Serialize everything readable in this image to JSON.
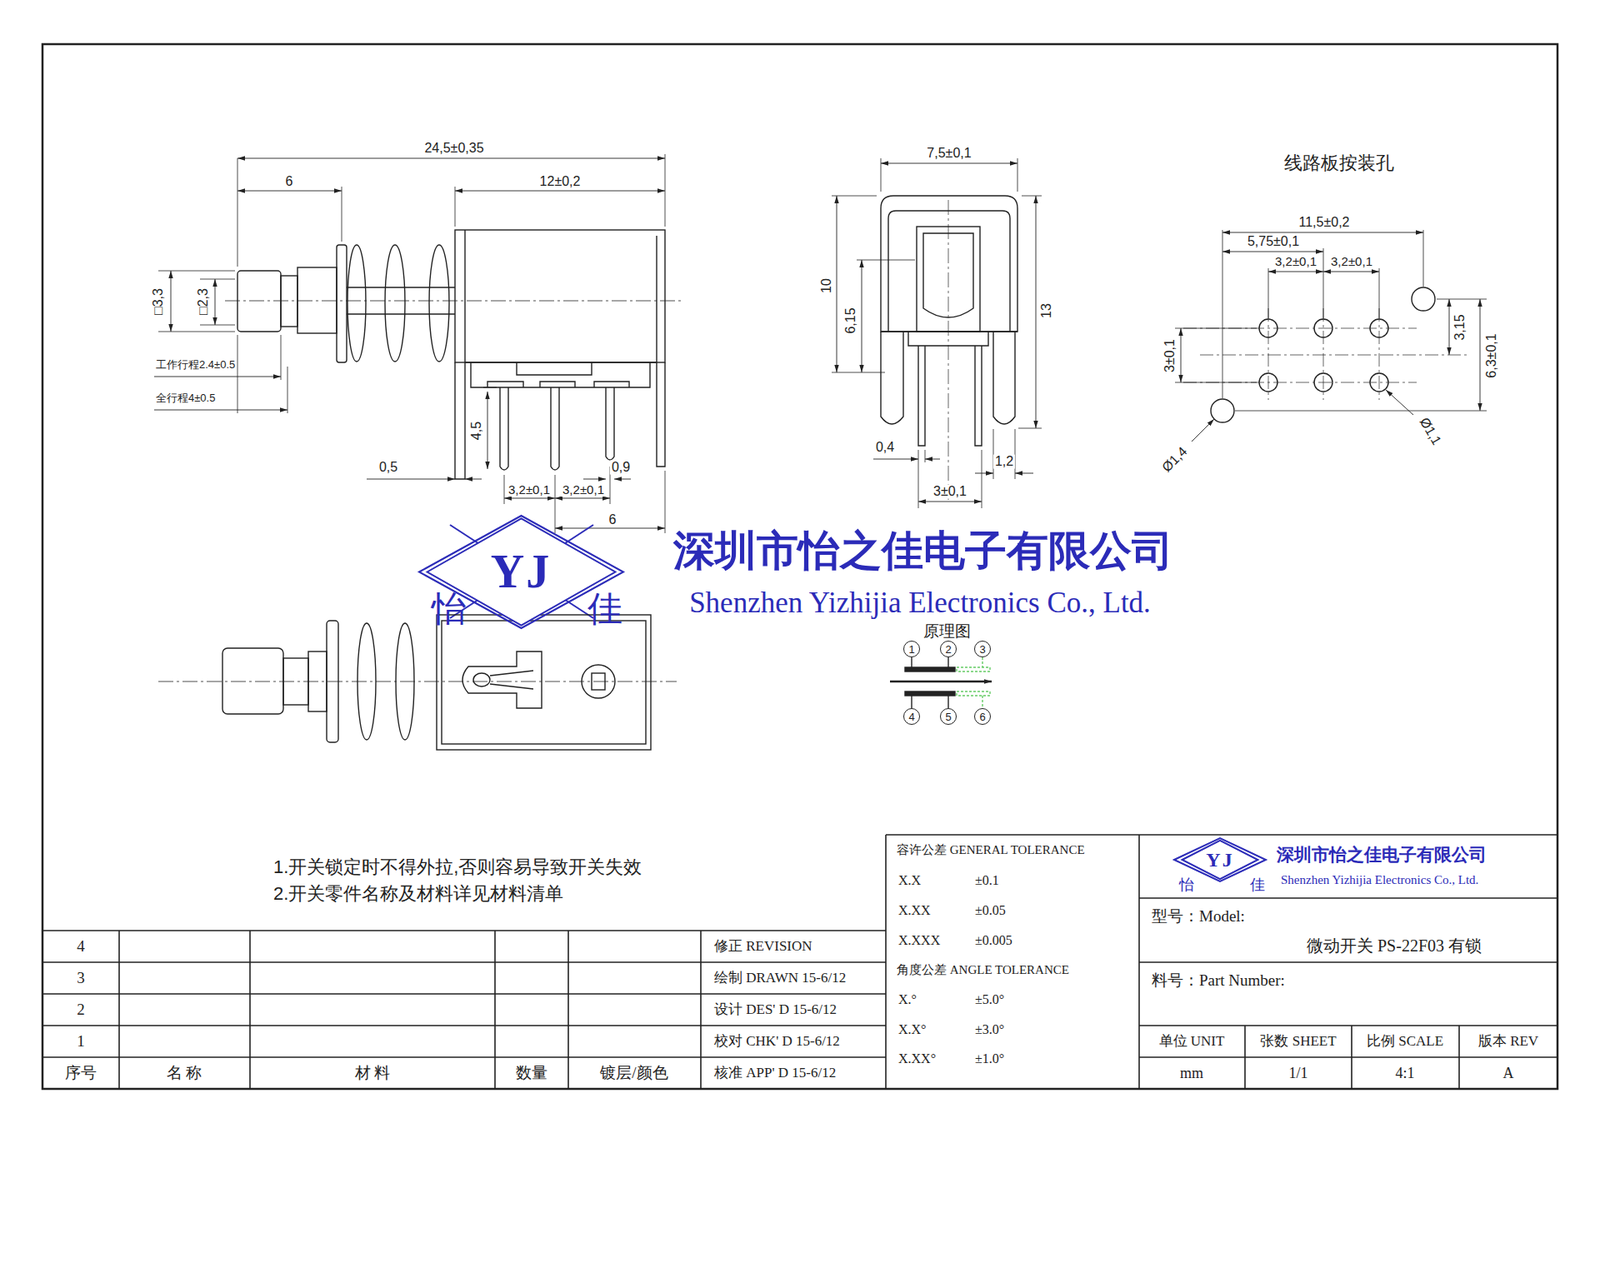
{
  "diagram": {
    "nodes": [
      {
        "text": [
          "YJ"
        ]
      },
      {
        "text": [
          "1"
        ]
      },
      {
        "text": [
          "2"
        ]
      },
      {
        "text": [
          "3"
        ]
      },
      {
        "text": [
          "4"
        ]
      },
      {
        "text": [
          "5"
        ]
      },
      {
        "text": [
          "6"
        ]
      },
      {
        "text": [
          "YJ"
        ]
      }
    ],
    "labels": [
      "24,5±0,35",
      "6",
      "12±0,2",
      "□3,3",
      "□2,3",
      "工作行程2.4±0.5",
      "全行程4±0.5",
      "4,5",
      "0,5",
      "0,9",
      "3,2±0,1",
      "3,2±0,1",
      "6",
      "7,5±0,1",
      "10",
      "6,15",
      "13",
      "0,4",
      "1,2",
      "3±0,1",
      "线路板按装孔",
      "11,5±0,2",
      "5,75±0,1",
      "3,2±0,1",
      "3,2±0,1",
      "3±0,1",
      "3,15",
      "6,3±0,1",
      "Ø1,4",
      "Ø1,1",
      "深圳市怡之佳电子有限公司",
      "Shenzhen Yizhijia Electronics Co., Ltd.",
      "怡",
      "佳",
      "原理图",
      "1.开关锁定时不得外拉,否则容易导致开关失效",
      "2.开关零件名称及材料详见材料清单",
      "4",
      "3",
      "2",
      "1",
      "序号",
      "名 称",
      "材 料",
      "数量",
      "镀层/颜色",
      "修正 REVISION",
      "绘制 DRAWN 15-6/12",
      "设计 DES' D 15-6/12",
      "校对 CHK' D 15-6/12",
      "核准 APP' D 15-6/12",
      "容许公差 GENERAL TOLERANCE",
      "X.X",
      "±0.1",
      "X.XX",
      "±0.05",
      "X.XXX",
      "±0.005",
      "角度公差 ANGLE TOLERANCE",
      "X.°",
      "±5.0°",
      "X.X°",
      "±3.0°",
      "X.XX°",
      "±1.0°",
      "深圳市怡之佳电子有限公司",
      "Shenzhen Yizhijia Electronics Co., Ltd.",
      "怡",
      "佳",
      "型号：Model:",
      "微动开关 PS-22F03 有锁",
      "料号：Part Number:",
      "单位 UNIT",
      "张数 SHEET",
      "比例 SCALE",
      "版本 REV",
      "mm",
      "1/1",
      "4:1",
      "A"
    ]
  }
}
